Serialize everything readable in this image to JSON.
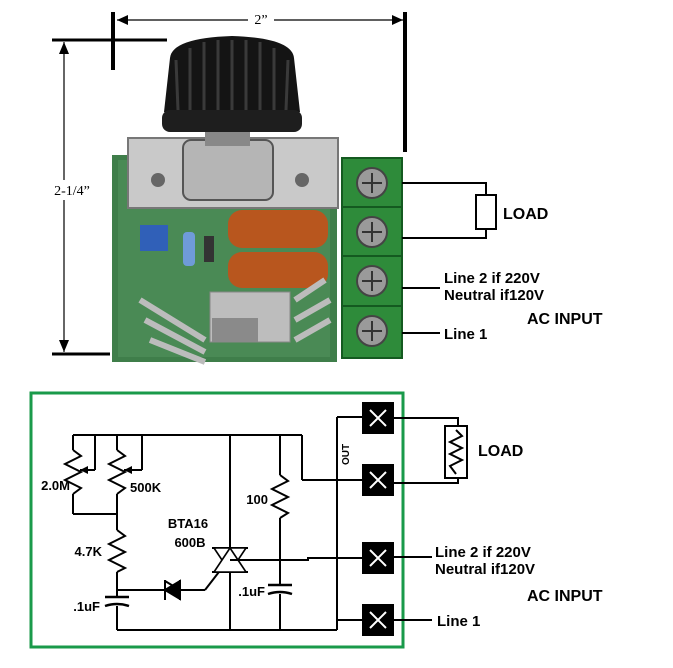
{
  "photo": {
    "width_label": "2”",
    "height_label": "2-1/4”",
    "load_label": "LOAD",
    "line2_label": "Line 2 if 220V",
    "neutral_label": "Neutral if120V",
    "ac_input_label": "AC INPUT",
    "line1_label": "Line 1"
  },
  "schematic": {
    "r_2m": "2.0M",
    "r_500k": "500K",
    "r_47k": "4.7K",
    "c_1uf_left": ".1uF",
    "triac_name": "BTA16",
    "triac_rating": "600B",
    "r_100": "100",
    "c_1uf_right": ".1uF",
    "out_label": "OUT",
    "load_label": "LOAD",
    "line2_label": "Line 2 if 220V",
    "neutral_label": "Neutral if120V",
    "ac_input_label": "AC INPUT",
    "line1_label": "Line 1"
  },
  "colors": {
    "frame_green": "#1a9a4a",
    "terminal_green": "#2e8b3a",
    "pcb_green": "#3f7e4a",
    "capacitor_orange": "#b8561e",
    "knob_black": "#141414"
  }
}
